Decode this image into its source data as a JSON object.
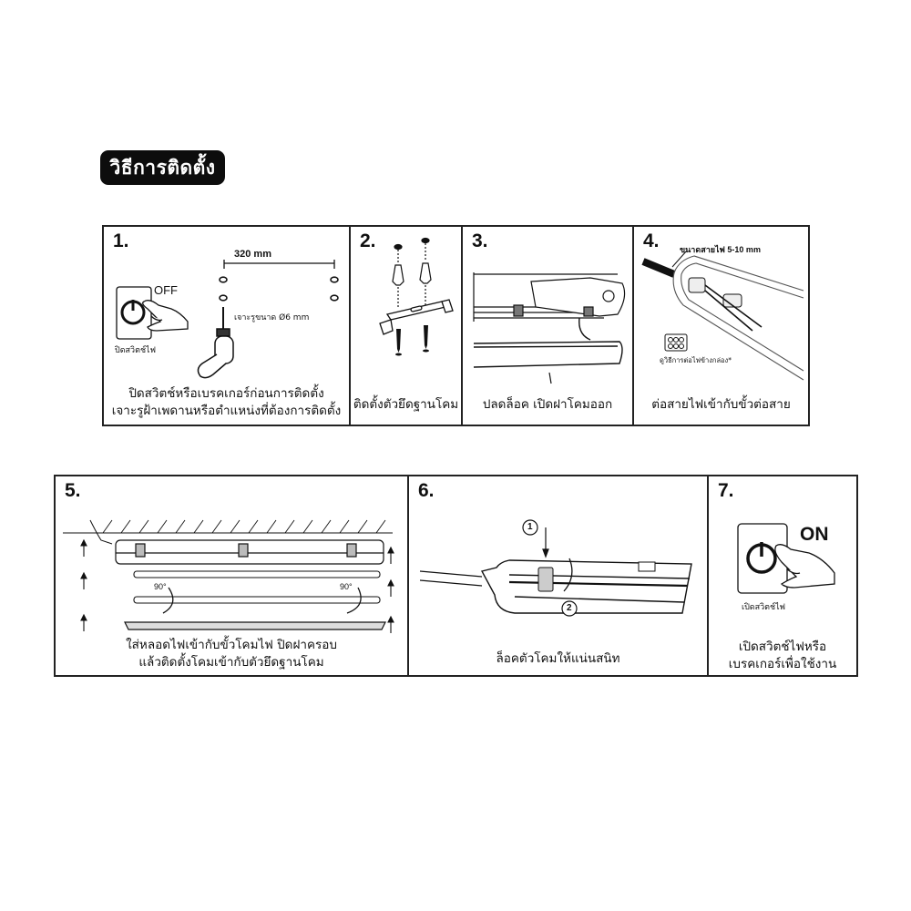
{
  "header": {
    "title": "วิธีการติดตั้ง"
  },
  "steps": [
    {
      "number": "1.",
      "caption_lines": [
        "ปิดสวิตช์หรือเบรคเกอร์ก่อนการติดตั้ง",
        "เจาะรูฝ้าเพดานหรือตำแหน่งที่ต้องการติดตั้ง"
      ],
      "labels": {
        "distance": "320 mm",
        "switch_state": "OFF",
        "switch_caption": "ปิดสวิตช์ไฟ",
        "drill_size": "เจาะรูขนาด Ø6 mm"
      },
      "icons": [
        "power-switch-icon",
        "hand-icon",
        "drill-icon",
        "drill-hole-icon"
      ]
    },
    {
      "number": "2.",
      "caption_lines": [
        "ติดตั้งตัวยึดฐานโคม"
      ],
      "icons": [
        "wall-plug-icon",
        "screw-icon",
        "mounting-bracket-icon"
      ]
    },
    {
      "number": "3.",
      "caption_lines": [
        "ปลดล็อค เปิดฝาโคมออก"
      ],
      "icons": [
        "fixture-body-icon",
        "fixture-cover-icon",
        "arrow-icon"
      ]
    },
    {
      "number": "4.",
      "caption_lines": [
        "ต่อสายไฟเข้ากับขั้วต่อสาย"
      ],
      "labels": {
        "wire_size": "ขนาดสายไฟ 5-10 mm",
        "terminal_note": "ดูวิธีการต่อไฟข้างกล่อง*"
      },
      "icons": [
        "cable-icon",
        "terminal-block-icon"
      ]
    },
    {
      "number": "5.",
      "caption_lines": [
        "ใส่หลอดไฟเข้ากับขั้วโคมไฟ ปิดฝาครอบ",
        "แล้วติดตั้งโคมเข้ากับตัวยึดฐานโคม"
      ],
      "labels": {
        "rotate_left": "90°",
        "rotate_right": "90°"
      },
      "icons": [
        "ceiling-icon",
        "fixture-body-icon",
        "tube-lamp-icon",
        "rotate-arrow-icon",
        "cover-icon",
        "up-arrow-icon"
      ]
    },
    {
      "number": "6.",
      "caption_lines": [
        "ล็อคตัวโคมให้แน่นสนิท"
      ],
      "labels": {
        "marker_1": "1",
        "marker_2": "2"
      },
      "icons": [
        "fixture-end-icon",
        "clip-icon",
        "down-arrow-icon",
        "rotate-arrow-icon"
      ]
    },
    {
      "number": "7.",
      "caption_lines": [
        "เปิดสวิตช์ไฟหรือ",
        "เบรคเกอร์เพื่อใช้งาน"
      ],
      "labels": {
        "switch_state": "ON",
        "switch_caption": "เปิดสวิตช์ไฟ"
      },
      "icons": [
        "power-switch-icon",
        "hand-icon"
      ]
    }
  ]
}
